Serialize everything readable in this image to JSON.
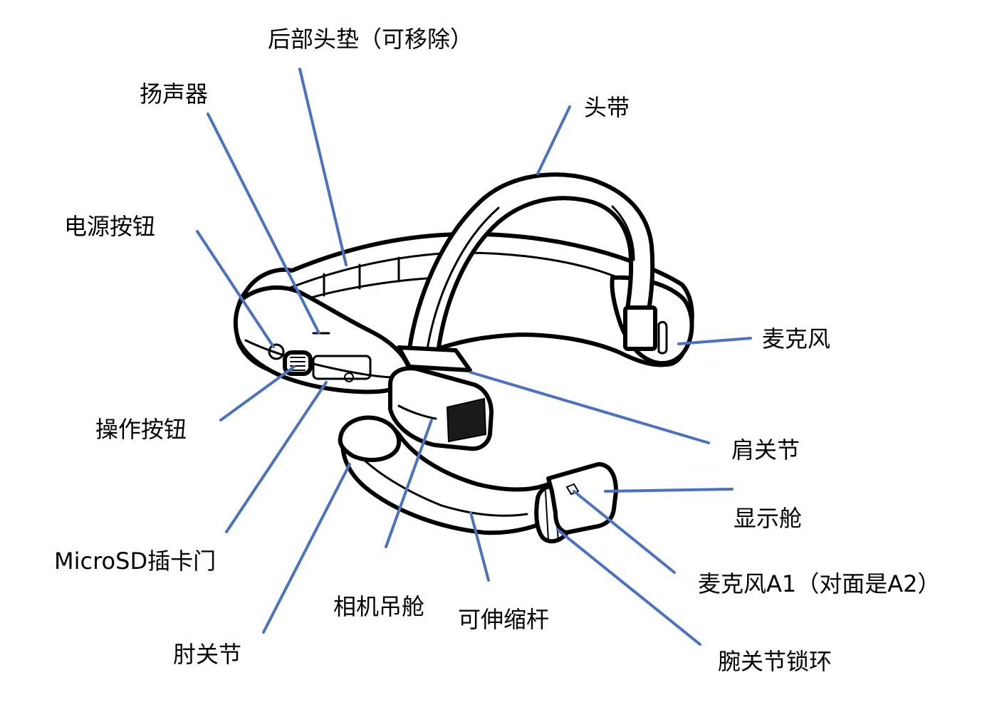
{
  "colors": {
    "leader_line": "#4a72c4",
    "ink": "#000000",
    "background": "#ffffff"
  },
  "labels": {
    "rear_pad": "后部头垫（可移除）",
    "speaker": "扬声器",
    "headband": "头带",
    "power_button": "电源按钮",
    "microphone": "麦克风",
    "action_button": "操作按钮",
    "shoulder_joint": "肩关节",
    "display_pod": "显示舱",
    "microsd_door": "MicroSD插卡门",
    "mic_a1": "麦克风A1（对面是A2）",
    "camera_pod": "相机吊舱",
    "telescopic_rod": "可伸缩杆",
    "elbow_joint": "肘关节",
    "wrist_lock_ring": "腕关节锁环"
  }
}
